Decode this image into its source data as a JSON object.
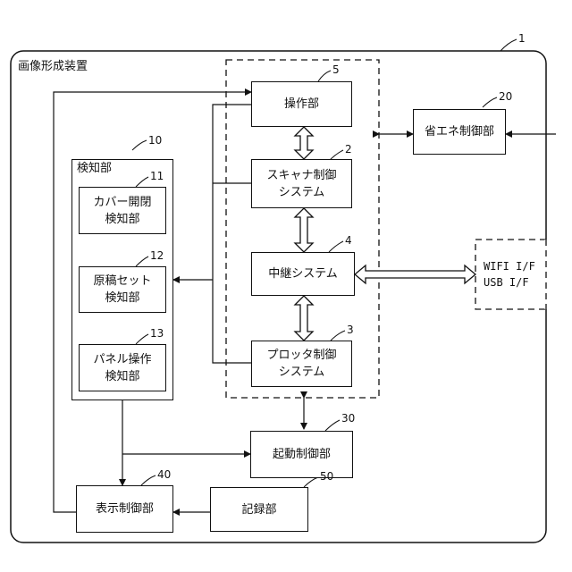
{
  "title": "画像形成装置",
  "ref_device": "1",
  "blocks": {
    "operation": {
      "label": "操作部",
      "ref": "5"
    },
    "scanner": {
      "line1": "スキャナ制御",
      "line2": "システム",
      "ref": "2"
    },
    "relay": {
      "label": "中継システム",
      "ref": "4"
    },
    "plotter": {
      "line1": "プロッタ制御",
      "line2": "システム",
      "ref": "3"
    },
    "energy": {
      "label": "省エネ制御部",
      "ref": "20"
    },
    "interface": {
      "line1": "WIFI I/F",
      "line2": "USB I/F"
    },
    "detector": {
      "label": "検知部",
      "ref": "10"
    },
    "cover": {
      "line1": "カバー開閉",
      "line2": "検知部",
      "ref": "11"
    },
    "original": {
      "line1": "原稿セット",
      "line2": "検知部",
      "ref": "12"
    },
    "panel": {
      "line1": "パネル操作",
      "line2": "検知部",
      "ref": "13"
    },
    "startup": {
      "label": "起動制御部",
      "ref": "30"
    },
    "display": {
      "label": "表示制御部",
      "ref": "40"
    },
    "recorder": {
      "label": "記録部",
      "ref": "50"
    }
  }
}
